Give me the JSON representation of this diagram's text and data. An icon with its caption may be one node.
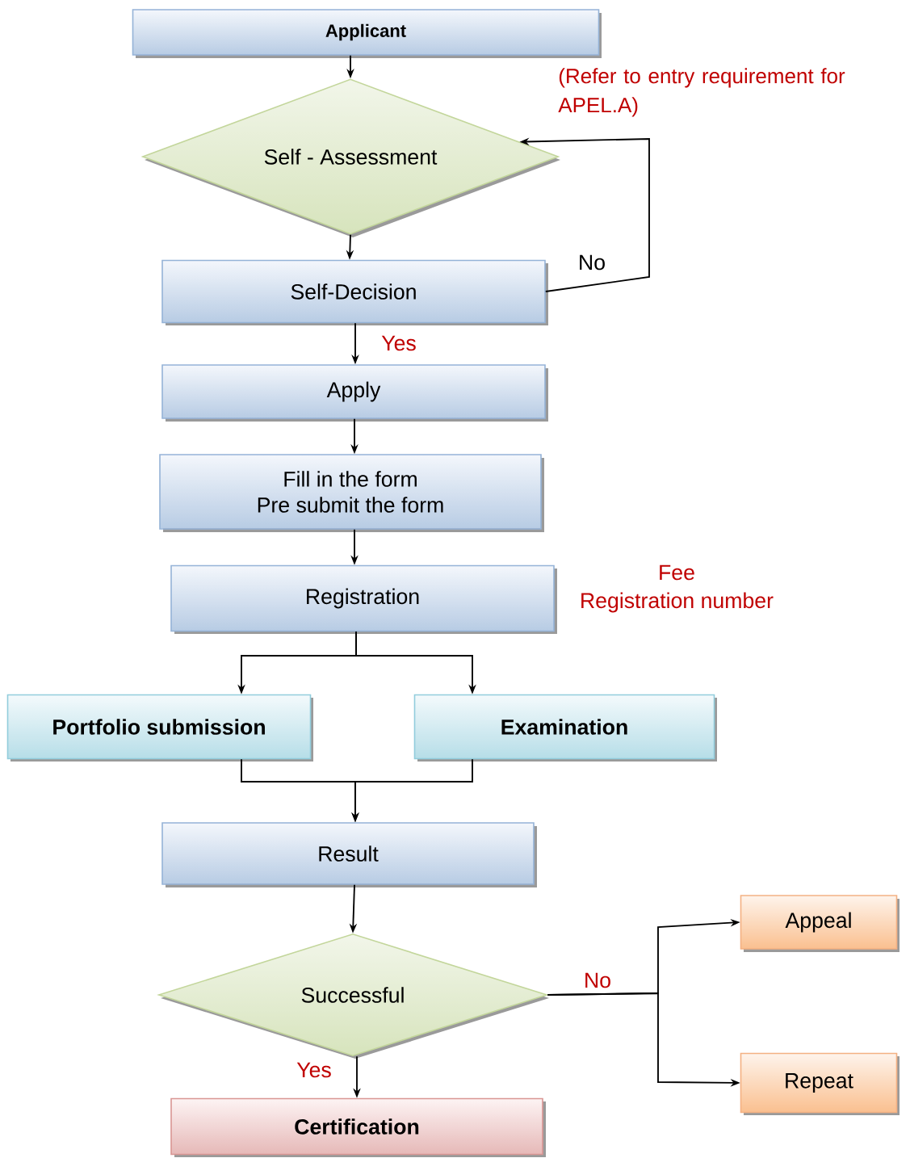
{
  "diagram": {
    "nodes": [
      {
        "text": [
          "Applicant"
        ]
      },
      {
        "text": [
          "Self - Assessment"
        ]
      },
      {
        "text": [
          "Self-Decision"
        ]
      },
      {
        "text": [
          "Apply"
        ]
      },
      {
        "text": [
          "Fill in the form",
          "Pre submit the form"
        ]
      },
      {
        "text": [
          "Registration"
        ],
        "beside": [
          "Fee",
          "Registration number"
        ]
      },
      {
        "text": [
          "Portfolio submission"
        ]
      },
      {
        "text": [
          "Examination"
        ]
      },
      {
        "text": [
          "Result"
        ]
      },
      {
        "text": [
          "Successful"
        ]
      },
      {
        "text": [
          "Certification"
        ]
      },
      {
        "text": [
          "Appeal"
        ]
      },
      {
        "text": [
          "Repeat"
        ]
      }
    ],
    "edges": [
      {
        "from": 0,
        "to": 1,
        "arrow": "to"
      },
      {
        "from": 1,
        "to": 2,
        "arrow": "to"
      },
      {
        "from": 2,
        "to": 1,
        "arrow": "to",
        "label": "No"
      },
      {
        "from": 2,
        "to": 3,
        "arrow": "to",
        "label": "Yes"
      },
      {
        "from": 3,
        "to": 4,
        "arrow": "to"
      },
      {
        "from": 4,
        "to": 5,
        "arrow": "to"
      },
      {
        "from": 5,
        "to": 6,
        "arrow": "to"
      },
      {
        "from": 5,
        "to": 7,
        "arrow": "to"
      },
      {
        "from": 6,
        "to": 8,
        "arrow": "to"
      },
      {
        "from": 7,
        "to": 8,
        "arrow": "to"
      },
      {
        "from": 8,
        "to": 9,
        "arrow": "to"
      },
      {
        "from": 9,
        "to": 11,
        "arrow": "to",
        "label": "No"
      },
      {
        "from": 9,
        "to": 12,
        "arrow": "to"
      },
      {
        "from": 9,
        "to": 10,
        "arrow": "to",
        "label": "Yes"
      }
    ],
    "labels": [
      "(Refer to entry requirement for APEL.A)"
    ]
  }
}
